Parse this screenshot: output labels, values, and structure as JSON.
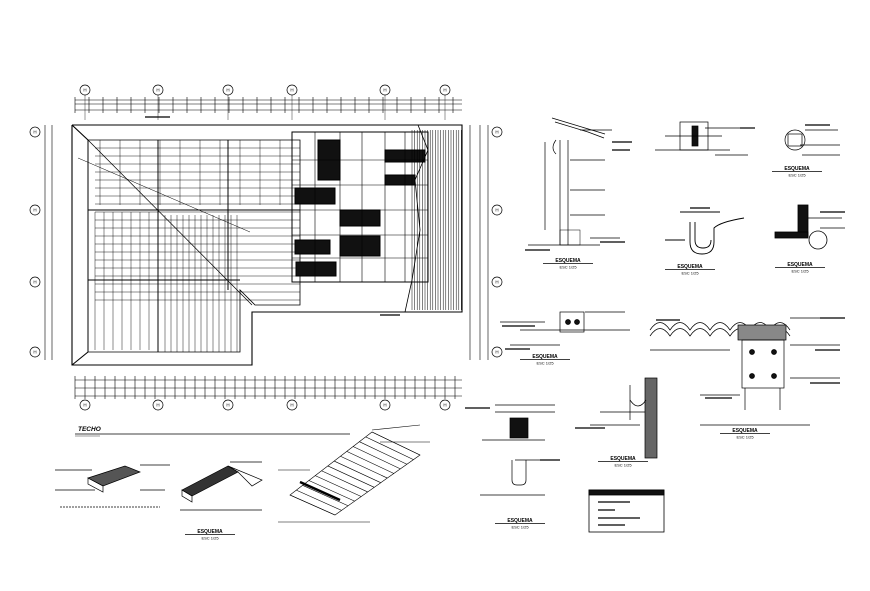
{
  "sheet": {
    "plan_title": "TECHO",
    "grid_label": "H",
    "detail_label_a": "ESQUEMA",
    "detail_label_b": "ESC 1/25"
  },
  "colors": {
    "ink": "#000000",
    "paper": "#ffffff",
    "fill": "#1a1a1a"
  },
  "icons": [
    "grid-bubble-icon",
    "section-marker-icon"
  ]
}
